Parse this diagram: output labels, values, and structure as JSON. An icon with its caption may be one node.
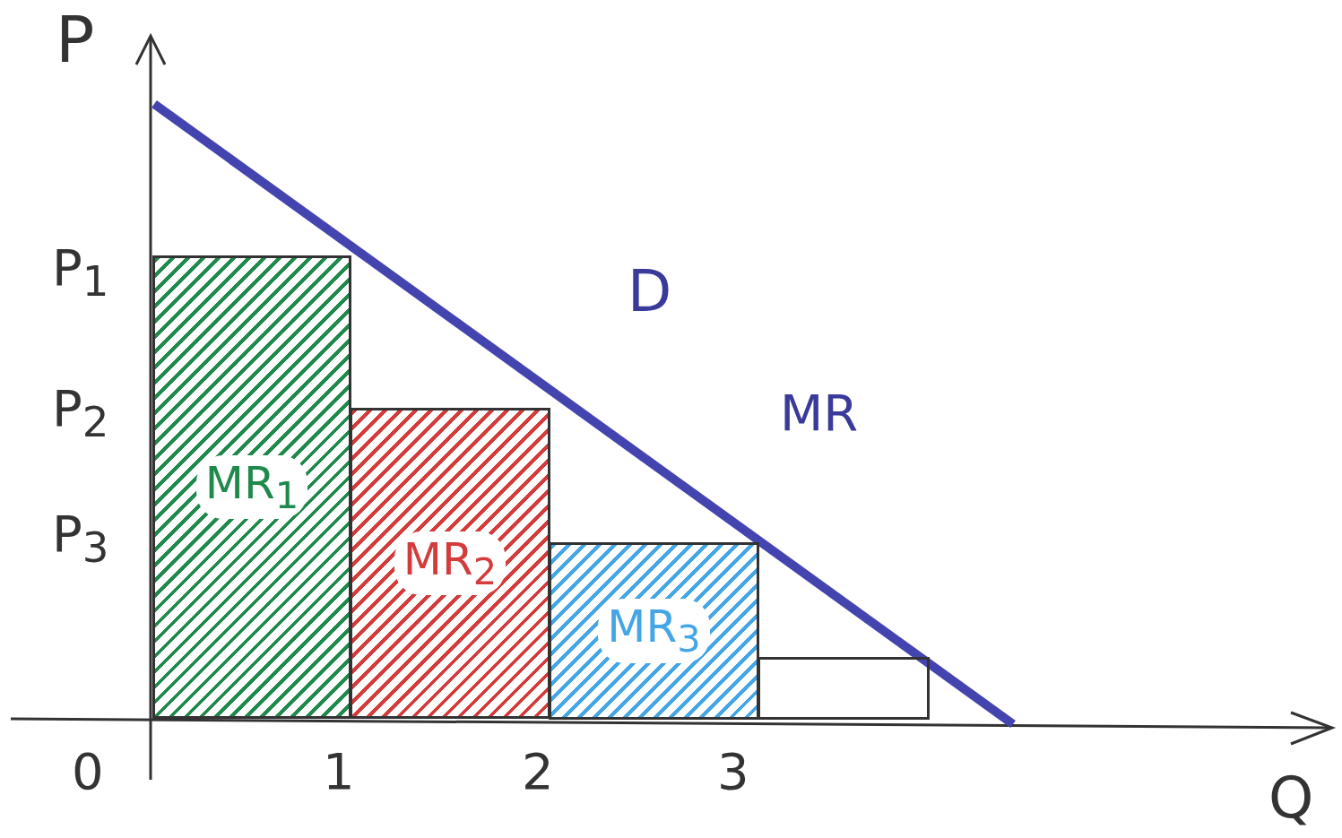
{
  "diagram": {
    "nodes": [
      {
        "text": [
          "MR$_{1}$"
        ]
      },
      {
        "text": [
          "MR$_{2}$"
        ]
      },
      {
        "text": [
          "MR$_{3}$"
        ]
      },
      {
        "text": [],
        "shape": "box"
      }
    ],
    "labels": [
      "P",
      "P$_{1}$",
      "D",
      "P$_{2}$",
      "MR",
      "P$_{3}$",
      "0",
      "1",
      "2",
      "3",
      "Q"
    ]
  }
}
